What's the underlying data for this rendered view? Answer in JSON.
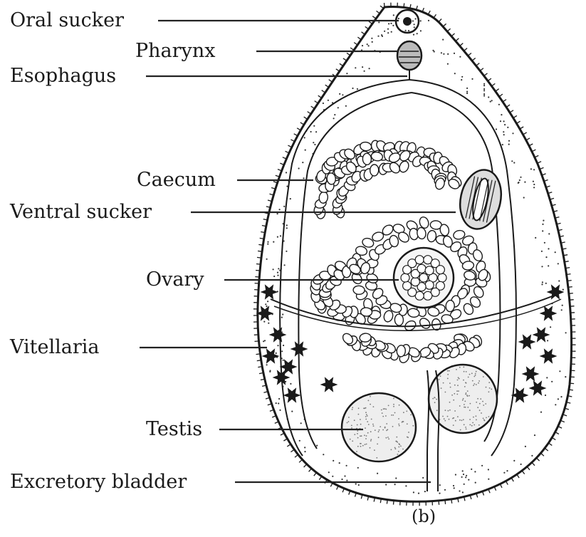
{
  "diagram": {
    "labels": {
      "oral_sucker": "Oral sucker",
      "pharynx": "Pharynx",
      "esophagus": "Esophagus",
      "caecum": "Caecum",
      "ventral_sucker": "Ventral sucker",
      "ovary": "Ovary",
      "vitellaria": "Vitellaria",
      "testis": "Testis",
      "excretory_bladder": "Excretory bladder"
    },
    "caption": "(b)"
  },
  "colors": {
    "ink": "#1a1a1a",
    "background": "#ffffff",
    "testis_fill": "#eeeeee"
  }
}
